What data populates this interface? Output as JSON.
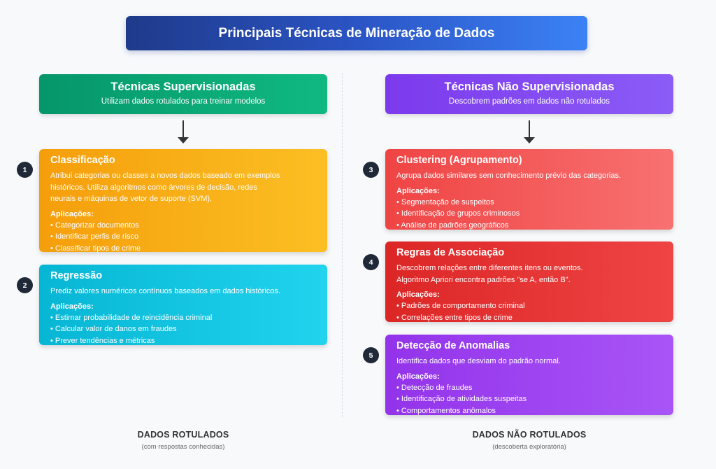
{
  "title": "Principais Técnicas de Mineração de Dados",
  "supervised": {
    "title": "Técnicas Supervisionadas",
    "subtitle": "Utilizam dados rotulados para treinar modelos"
  },
  "unsupervised": {
    "title": "Técnicas Não Supervisionadas",
    "subtitle": "Descobrem padrões em dados não rotulados"
  },
  "apps_label": "Aplicações:",
  "cards": [
    {
      "number": "1",
      "title": "Classificação",
      "description": "Atribui categorias ou classes a novos dados baseado em exemplos\nhistóricos. Utiliza algoritmos como árvores de decisão, redes\nneurais e máquinas de vetor de suporte (SVM).",
      "applications": [
        "Categorizar documentos",
        "Identificar perfis de risco",
        "Classificar tipos de crime"
      ],
      "color": "#f59e0b"
    },
    {
      "number": "2",
      "title": "Regressão",
      "description": "Prediz valores numéricos contínuos baseados em dados históricos.",
      "applications": [
        "Estimar probabilidade de reincidência criminal",
        "Calcular valor de danos em fraudes",
        "Prever tendências e métricas"
      ],
      "color": "#06b6d4"
    },
    {
      "number": "3",
      "title": "Clustering (Agrupamento)",
      "description": "Agrupa dados similares sem conhecimento prévio das categorias.",
      "applications": [
        "Segmentação de suspeitos",
        "Identificação de grupos criminosos",
        "Análise de padrões geográficos"
      ],
      "color": "#ef4444"
    },
    {
      "number": "4",
      "title": "Regras de Associação",
      "description": "Descobrem relações entre diferentes itens ou eventos.\nAlgoritmo Apriori encontra padrões \"se A, então B\".",
      "applications": [
        "Padrões de comportamento criminal",
        "Correlações entre tipos de crime"
      ],
      "color": "#dc2626"
    },
    {
      "number": "5",
      "title": "Detecção de Anomalias",
      "description": "Identifica dados que desviam do padrão normal.",
      "applications": [
        "Detecção de fraudes",
        "Identificação de atividades suspeitas",
        "Comportamentos anômalos"
      ],
      "color": "#9333ea"
    }
  ],
  "footer": {
    "left": {
      "title": "DADOS ROTULADOS",
      "subtitle": "(com respostas conhecidas)"
    },
    "right": {
      "title": "DADOS NÃO ROTULADOS",
      "subtitle": "(descoberta exploratória)"
    }
  }
}
